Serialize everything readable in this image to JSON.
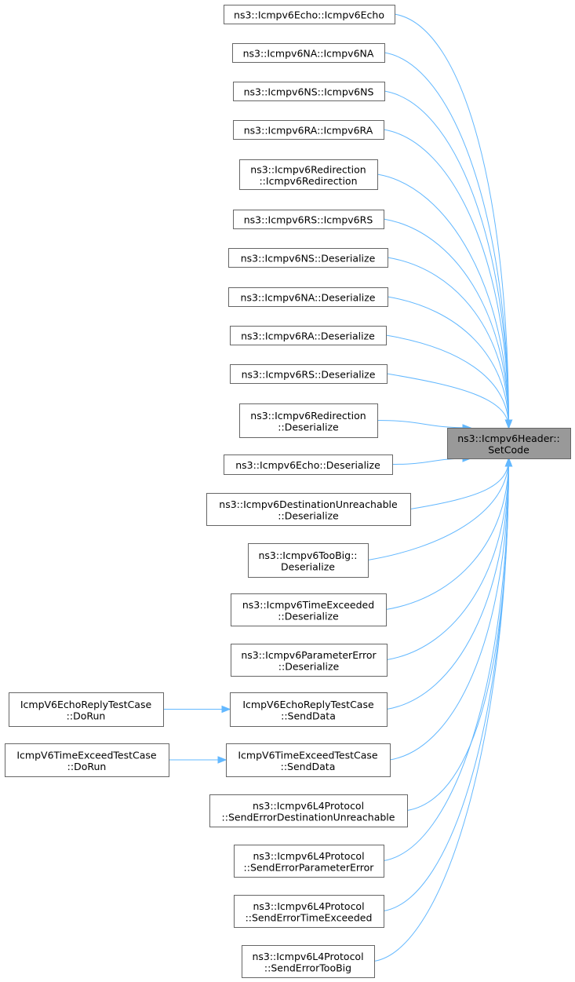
{
  "graph": {
    "edge_color": "#63b8ff",
    "node_fill": "#ffffff",
    "target_fill": "#999999",
    "node_border": "#666666",
    "target": {
      "id": "target",
      "lines": [
        "ns3::Icmpv6Header::",
        "SetCode"
      ]
    },
    "nodes": [
      {
        "id": "n0",
        "lines": [
          "ns3::Icmpv6Echo::Icmpv6Echo"
        ],
        "calls": "target"
      },
      {
        "id": "n1",
        "lines": [
          "ns3::Icmpv6NA::Icmpv6NA"
        ],
        "calls": "target"
      },
      {
        "id": "n2",
        "lines": [
          "ns3::Icmpv6NS::Icmpv6NS"
        ],
        "calls": "target"
      },
      {
        "id": "n3",
        "lines": [
          "ns3::Icmpv6RA::Icmpv6RA"
        ],
        "calls": "target"
      },
      {
        "id": "n4",
        "lines": [
          "ns3::Icmpv6Redirection",
          "::Icmpv6Redirection"
        ],
        "calls": "target"
      },
      {
        "id": "n5",
        "lines": [
          "ns3::Icmpv6RS::Icmpv6RS"
        ],
        "calls": "target"
      },
      {
        "id": "n6",
        "lines": [
          "ns3::Icmpv6NS::Deserialize"
        ],
        "calls": "target"
      },
      {
        "id": "n7",
        "lines": [
          "ns3::Icmpv6NA::Deserialize"
        ],
        "calls": "target"
      },
      {
        "id": "n8",
        "lines": [
          "ns3::Icmpv6RA::Deserialize"
        ],
        "calls": "target"
      },
      {
        "id": "n9",
        "lines": [
          "ns3::Icmpv6RS::Deserialize"
        ],
        "calls": "target"
      },
      {
        "id": "n10",
        "lines": [
          "ns3::Icmpv6Redirection",
          "::Deserialize"
        ],
        "calls": "target"
      },
      {
        "id": "n11",
        "lines": [
          "ns3::Icmpv6Echo::Deserialize"
        ],
        "calls": "target"
      },
      {
        "id": "n12",
        "lines": [
          "ns3::Icmpv6DestinationUnreachable",
          "::Deserialize"
        ],
        "calls": "target"
      },
      {
        "id": "n13",
        "lines": [
          "ns3::Icmpv6TooBig::",
          "Deserialize"
        ],
        "calls": "target"
      },
      {
        "id": "n14",
        "lines": [
          "ns3::Icmpv6TimeExceeded",
          "::Deserialize"
        ],
        "calls": "target"
      },
      {
        "id": "n15",
        "lines": [
          "ns3::Icmpv6ParameterError",
          "::Deserialize"
        ],
        "calls": "target"
      },
      {
        "id": "n16",
        "lines": [
          "IcmpV6EchoReplyTestCase",
          "::SendData"
        ],
        "calls": "target"
      },
      {
        "id": "n17",
        "lines": [
          "IcmpV6TimeExceedTestCase",
          "::SendData"
        ],
        "calls": "target"
      },
      {
        "id": "n18",
        "lines": [
          "ns3::Icmpv6L4Protocol",
          "::SendErrorDestinationUnreachable"
        ],
        "calls": "target"
      },
      {
        "id": "n19",
        "lines": [
          "ns3::Icmpv6L4Protocol",
          "::SendErrorParameterError"
        ],
        "calls": "target"
      },
      {
        "id": "n20",
        "lines": [
          "ns3::Icmpv6L4Protocol",
          "::SendErrorTimeExceeded"
        ],
        "calls": "target"
      },
      {
        "id": "n21",
        "lines": [
          "ns3::Icmpv6L4Protocol",
          "::SendErrorTooBig"
        ],
        "calls": "target"
      },
      {
        "id": "n22",
        "lines": [
          "IcmpV6EchoReplyTestCase",
          "::DoRun"
        ],
        "calls": "n16"
      },
      {
        "id": "n23",
        "lines": [
          "IcmpV6TimeExceedTestCase",
          "::DoRun"
        ],
        "calls": "n17"
      }
    ]
  }
}
